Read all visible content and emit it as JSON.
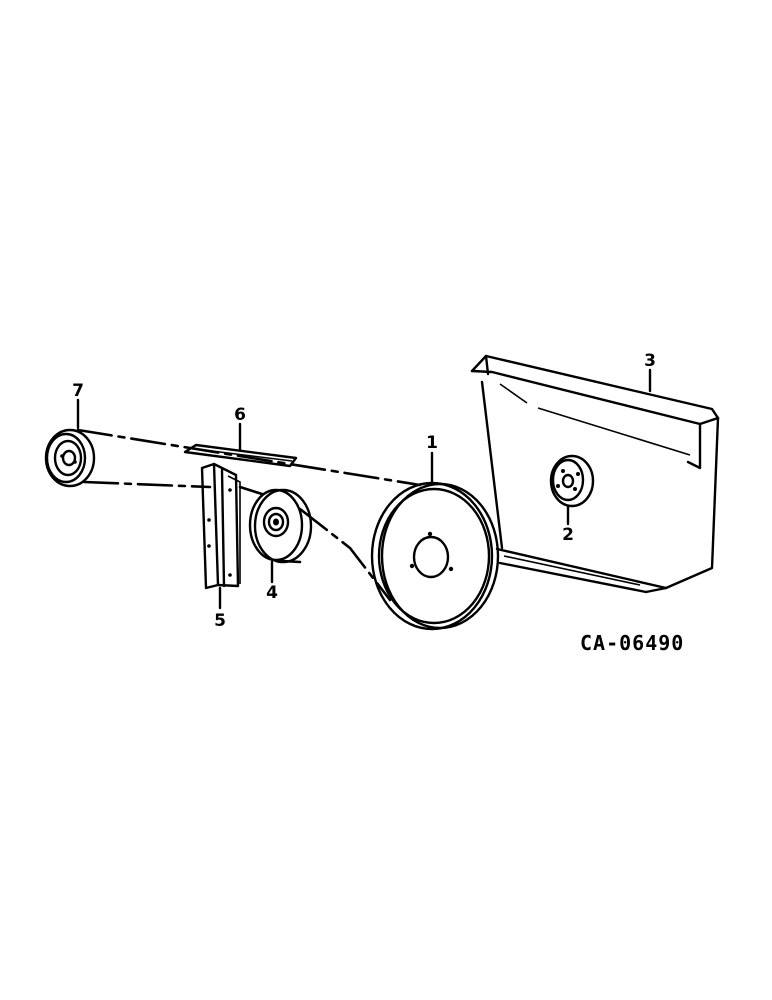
{
  "figure_code": "CA-06490",
  "callouts": {
    "c1": "1",
    "c2": "2",
    "c3": "3",
    "c4": "4",
    "c5": "5",
    "c6": "6",
    "c7": "7"
  },
  "colors": {
    "ink": "#000000",
    "paper": "#ffffff"
  }
}
